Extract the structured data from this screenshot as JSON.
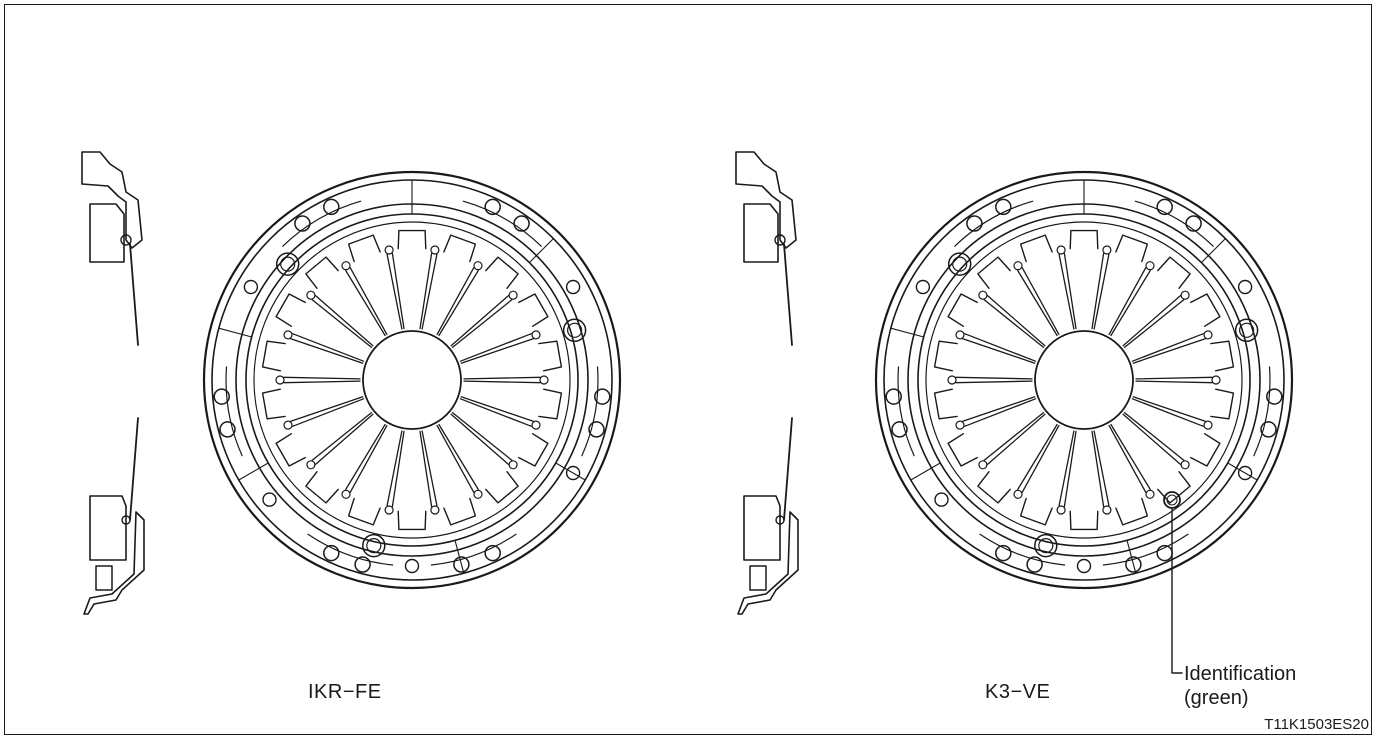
{
  "figure": {
    "left_label": "IKR−FE",
    "right_label": "K3−VE",
    "callout": {
      "line1": "Identification",
      "line2": "(green)"
    },
    "figure_code": "T11K1503ES20"
  },
  "colors": {
    "ink": "#1a1a1a",
    "background": "#ffffff"
  }
}
